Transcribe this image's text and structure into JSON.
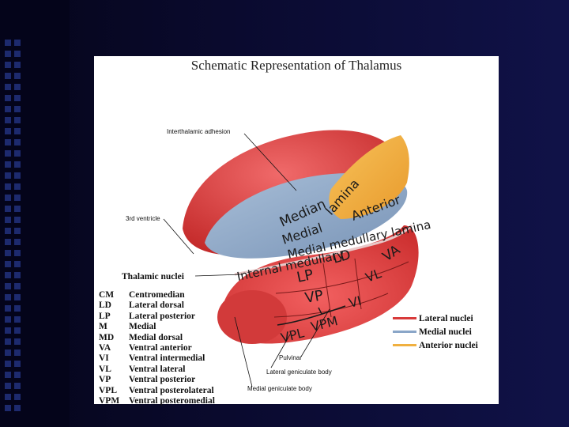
{
  "title": "Schematic Representation of Thalamus",
  "callouts": {
    "interthalamic_adhesion": "Interthalamic adhesion",
    "third_ventricle": "3rd ventricle",
    "pulvinar": "Pulvinar",
    "lateral_geniculate_body": "Lateral geniculate body",
    "medial_geniculate_body": "Medial geniculate body"
  },
  "diagram_labels": {
    "median": "Median",
    "lamina": "lamina",
    "anterior": "Anterior",
    "medial": "Medial",
    "medullary_lamina": "Medial medullary lamina",
    "internal_medullary": "Internal medullary",
    "LD": "LD",
    "VA": "VA",
    "LP": "LP",
    "VL": "VL",
    "VP": "VP",
    "VI": "VI",
    "VPL": "VPL",
    "VPM": "VPM"
  },
  "thalamic_nuclei_heading": "Thalamic nuclei",
  "abbreviations": [
    {
      "abbr": "CM",
      "full": "Centromedian"
    },
    {
      "abbr": "LD",
      "full": "Lateral dorsal"
    },
    {
      "abbr": "LP",
      "full": "Lateral posterior"
    },
    {
      "abbr": "M",
      "full": "Medial"
    },
    {
      "abbr": "MD",
      "full": "Medial dorsal"
    },
    {
      "abbr": "VA",
      "full": "Ventral anterior"
    },
    {
      "abbr": "VI",
      "full": "Ventral intermedial"
    },
    {
      "abbr": "VL",
      "full": "Ventral lateral"
    },
    {
      "abbr": "VP",
      "full": "Ventral posterior"
    },
    {
      "abbr": "VPL",
      "full": "Ventral posterolateral"
    },
    {
      "abbr": "VPM",
      "full": "Ventral posteromedial"
    }
  ],
  "legend": [
    {
      "label": "Lateral nuclei",
      "color": "#d83a3a"
    },
    {
      "label": "Medial nuclei",
      "color": "#8aa6c8"
    },
    {
      "label": "Anterior nuclei",
      "color": "#f0b040"
    }
  ]
}
